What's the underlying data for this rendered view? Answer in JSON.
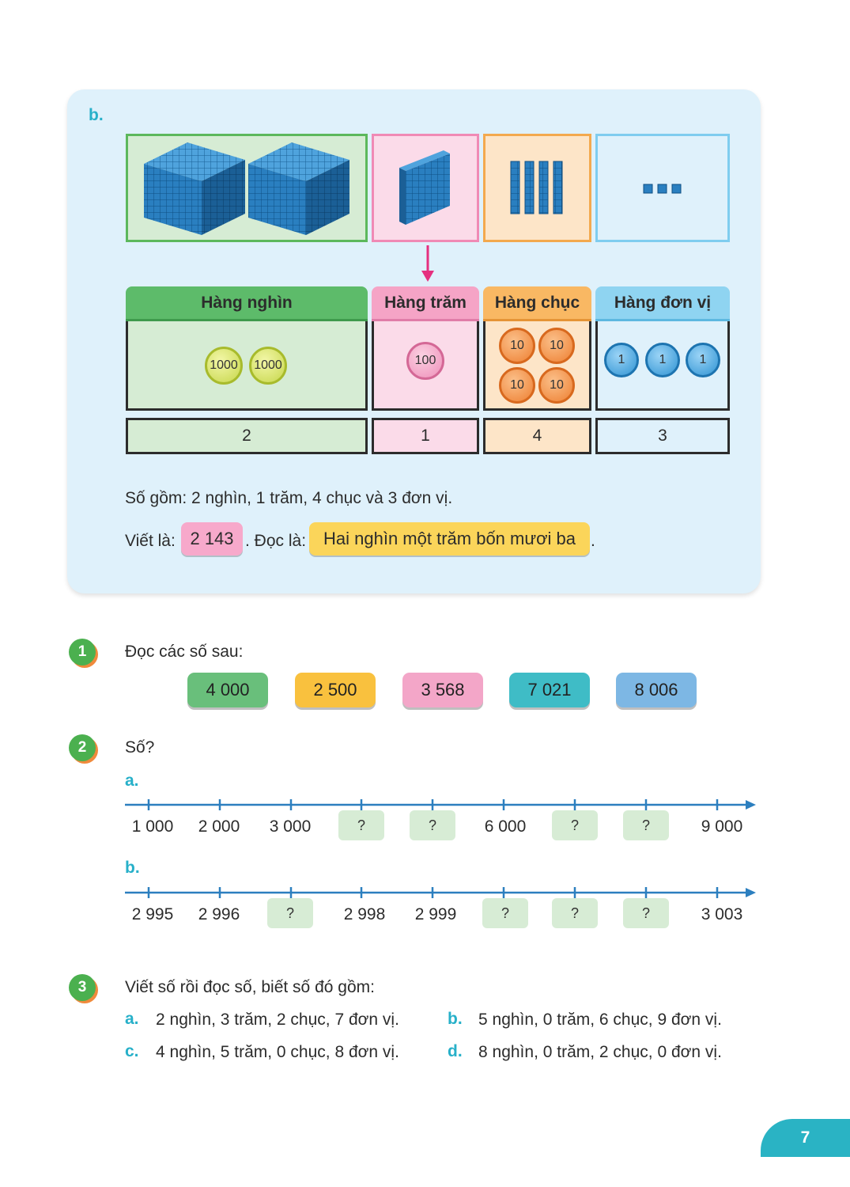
{
  "part_b": {
    "letter": "b.",
    "columns": [
      {
        "header": "Hàng nghìn",
        "coins": [
          "1000",
          "1000"
        ],
        "digit": "2"
      },
      {
        "header": "Hàng trăm",
        "coins": [
          "100"
        ],
        "digit": "1"
      },
      {
        "header": "Hàng chục",
        "coins": [
          "10",
          "10",
          "10",
          "10"
        ],
        "digit": "4"
      },
      {
        "header": "Hàng đơn vị",
        "coins": [
          "1",
          "1",
          "1"
        ],
        "digit": "3"
      }
    ],
    "composition": "Số gồm: 2 nghìn, 1 trăm, 4 chục và 3 đơn vị.",
    "write_label": "Viết là:",
    "write_value": "2 143",
    "read_label": ". Đọc là:",
    "read_value": "Hai nghìn một trăm bốn mươi ba",
    "end_dot": "."
  },
  "ex1": {
    "number": "1",
    "prompt": "Đọc các số sau:",
    "numbers": [
      "4 000",
      "2 500",
      "3 568",
      "7 021",
      "8 006"
    ],
    "colors": [
      "#69bf7b",
      "#f9c13e",
      "#f3a6c8",
      "#3fbcc6",
      "#7db7e4"
    ]
  },
  "ex2": {
    "number": "2",
    "prompt": "Số?",
    "a": {
      "letter": "a.",
      "labels": [
        "1 000",
        "2 000",
        "3 000",
        "?",
        "?",
        "6 000",
        "?",
        "?",
        "9 000"
      ]
    },
    "b": {
      "letter": "b.",
      "labels": [
        "2 995",
        "2 996",
        "?",
        "2 998",
        "2 999",
        "?",
        "?",
        "?",
        "3 003"
      ]
    }
  },
  "ex3": {
    "number": "3",
    "prompt": "Viết số rồi đọc số, biết số đó gồm:",
    "items": [
      {
        "letter": "a.",
        "text": "2 nghìn, 3 trăm, 2 chục, 7 đơn vị."
      },
      {
        "letter": "b.",
        "text": "5 nghìn, 0 trăm, 6 chục, 9 đơn vị."
      },
      {
        "letter": "c.",
        "text": "4 nghìn, 5 trăm, 0 chục, 8 đơn vị."
      },
      {
        "letter": "d.",
        "text": "8 nghìn, 0 trăm, 2 chục, 0 đơn vị."
      }
    ]
  },
  "page_number": "7",
  "colors": {
    "accent": "#27b0c9",
    "green": "#4bb04f",
    "blue_cube": "#1d6fa6"
  }
}
